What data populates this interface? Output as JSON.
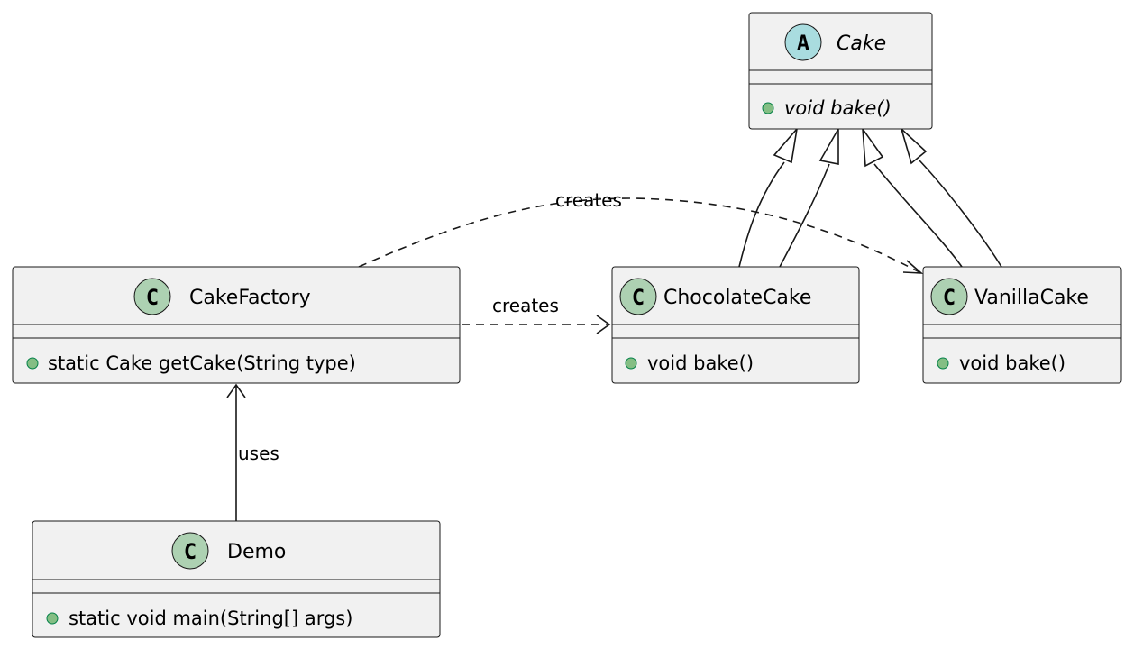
{
  "colors": {
    "class_fill": "#f1f1f1",
    "border": "#181818",
    "class_badge": "#add1b2",
    "abstract_badge": "#a9dcdf",
    "public_visibility": "#84be84"
  },
  "classes": {
    "cake": {
      "stereotype_letter": "A",
      "name": "Cake",
      "members": [
        "void bake()"
      ]
    },
    "cake_factory": {
      "stereotype_letter": "C",
      "name": "CakeFactory",
      "members": [
        "static Cake getCake(String type)"
      ]
    },
    "chocolate_cake": {
      "stereotype_letter": "C",
      "name": "ChocolateCake",
      "members": [
        "void bake()"
      ]
    },
    "vanilla_cake": {
      "stereotype_letter": "C",
      "name": "VanillaCake",
      "members": [
        "void bake()"
      ]
    },
    "demo": {
      "stereotype_letter": "C",
      "name": "Demo",
      "members": [
        "static void main(String[] args)"
      ]
    }
  },
  "relations": {
    "factory_creates_chocolate": {
      "label": "creates",
      "style": "dashed"
    },
    "factory_creates_vanilla": {
      "label": "creates",
      "style": "dashed"
    },
    "demo_uses_factory": {
      "label": "uses",
      "style": "solid"
    },
    "chocolate_extends_cake": {
      "style": "inheritance"
    },
    "vanilla_extends_cake": {
      "style": "inheritance"
    }
  }
}
